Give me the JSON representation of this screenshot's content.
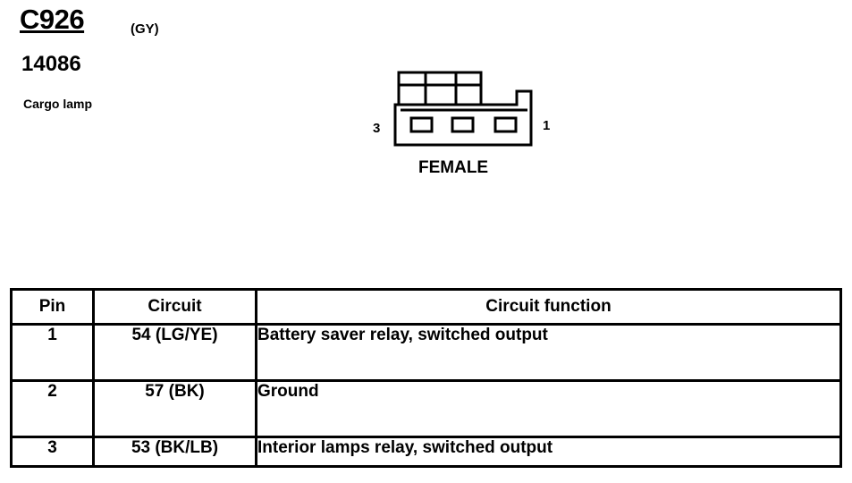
{
  "connector": {
    "id": "C926",
    "color": "(GY)",
    "part_number": "14086",
    "description": "Cargo lamp",
    "pin_end_left": "3",
    "pin_end_right": "1",
    "gender": "FEMALE"
  },
  "table": {
    "headers": [
      "Pin",
      "Circuit",
      "Circuit function"
    ],
    "rows": [
      {
        "pin": "1",
        "circuit": "54 (LG/YE)",
        "function": "Battery saver relay, switched output"
      },
      {
        "pin": "2",
        "circuit": "57 (BK)",
        "function": "Ground"
      },
      {
        "pin": "3",
        "circuit": "53 (BK/LB)",
        "function": "Interior lamps relay, switched output"
      }
    ]
  }
}
